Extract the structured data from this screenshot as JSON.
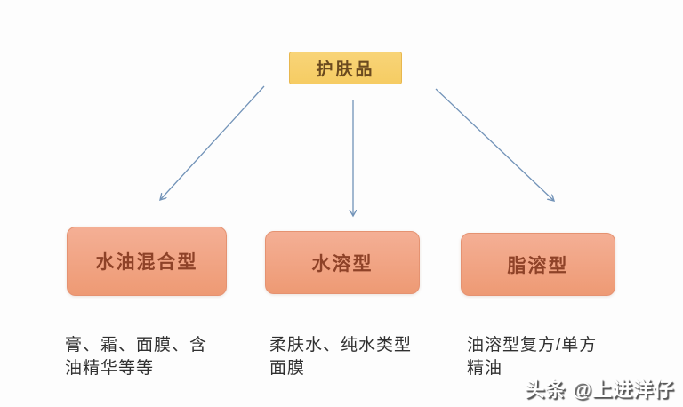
{
  "diagram": {
    "root": {
      "label": "护肤品"
    },
    "nodes": [
      {
        "label": "水油混合型",
        "description": "膏、霜、面膜、含\n油精华等等"
      },
      {
        "label": "水溶型",
        "description": "柔肤水、纯水类型\n面膜"
      },
      {
        "label": "脂溶型",
        "description": "油溶型复方/单方\n精油"
      }
    ]
  },
  "watermark": {
    "text": "头条 @上进洋仔"
  },
  "colors": {
    "root_fill": "#f7d06e",
    "root_border": "#e8b74e",
    "root_text": "#6b4a1f",
    "node_fill_top": "#f4af95",
    "node_fill_bottom": "#ee9a74",
    "node_text": "#8e4228",
    "arrow": "#7293b8",
    "description_text": "#303030",
    "background": "#fdfdfd"
  }
}
